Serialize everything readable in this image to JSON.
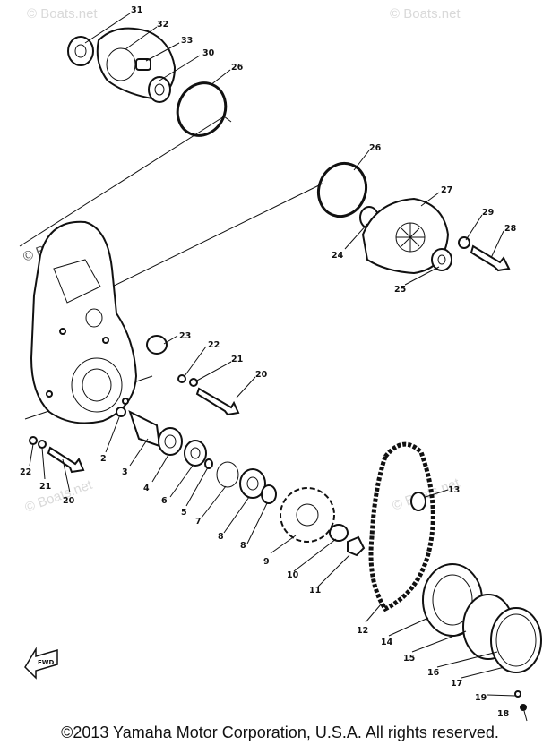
{
  "watermarks": [
    "© Boats.net",
    "© Boats.net",
    "© Boats.net",
    "© Boats.net",
    "© Boats.net"
  ],
  "callouts": [
    "31",
    "32",
    "33",
    "30",
    "26",
    "26",
    "27",
    "29",
    "28",
    "24",
    "25",
    "23",
    "22",
    "21",
    "20",
    "2",
    "3",
    "4",
    "5",
    "6",
    "7",
    "8",
    "8",
    "9",
    "10",
    "11",
    "12",
    "13",
    "14",
    "15",
    "16",
    "17",
    "18",
    "19",
    "22",
    "21",
    "20"
  ],
  "fwd_label": "FWD",
  "footer": "©2013 Yamaha Motor Corporation, U.S.A. All rights reserved."
}
